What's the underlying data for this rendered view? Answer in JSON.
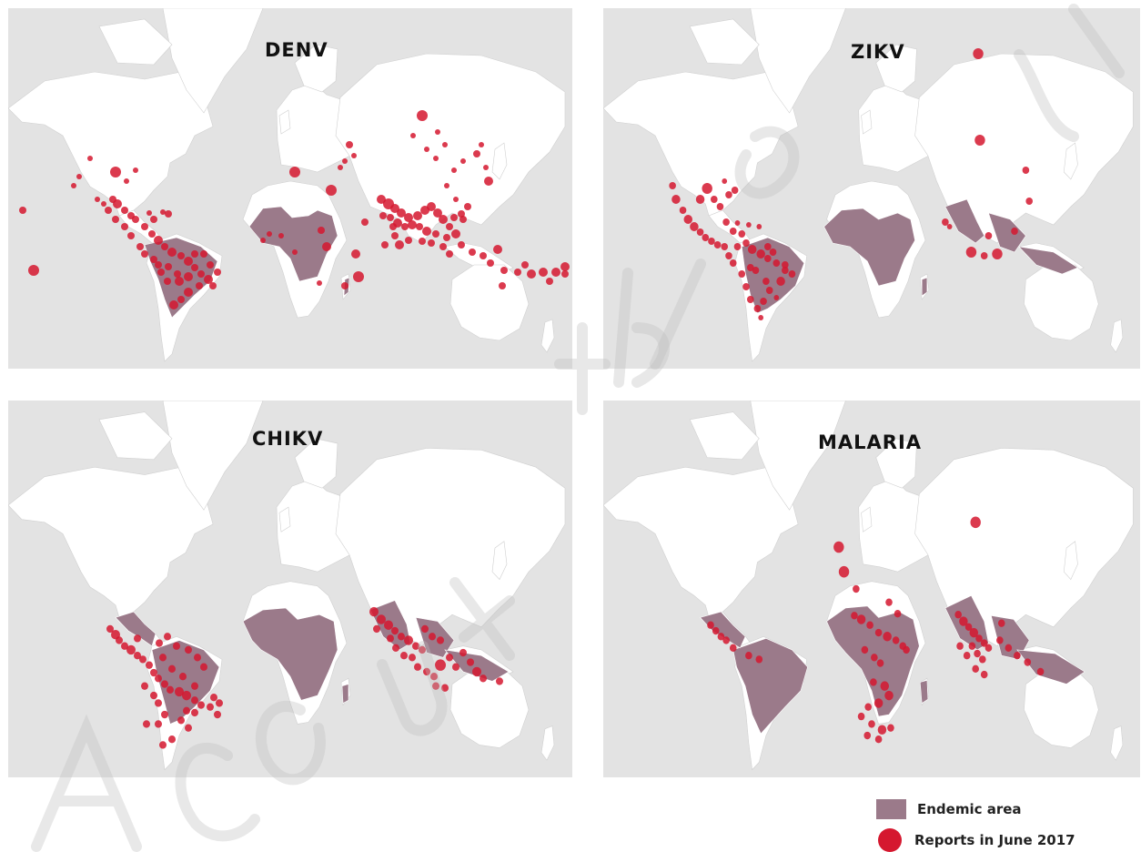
{
  "maps": [
    {
      "id": "denv",
      "title": "DENV"
    },
    {
      "id": "zikv",
      "title": "ZIKV"
    },
    {
      "id": "chikv",
      "title": "CHIKV"
    },
    {
      "id": "malaria",
      "title": "MALARIA"
    }
  ],
  "legend": {
    "endemic_label": "Endemic area",
    "reports_label": "Reports in June 2017"
  },
  "colors": {
    "ocean": "#e3e3e3",
    "land": "#ffffff",
    "endemic": "#9b7a8a",
    "report": "#d5182f"
  }
}
